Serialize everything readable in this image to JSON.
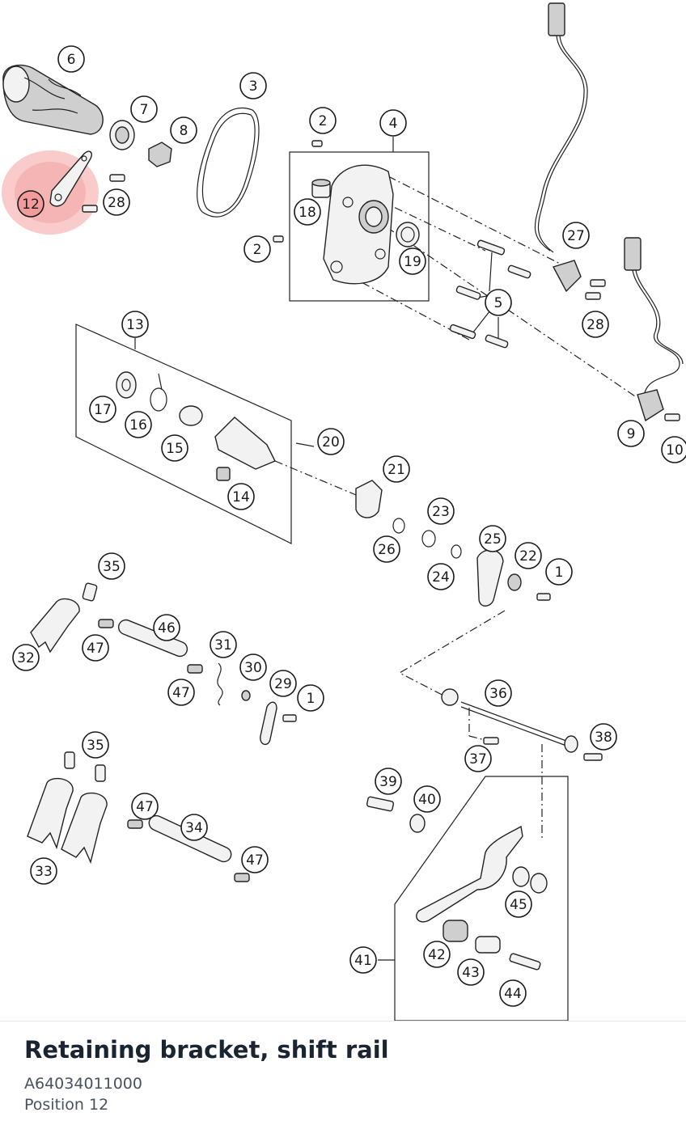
{
  "part": {
    "title": "Retaining bracket, shift rail",
    "number": "A64034011000",
    "position": "Position 12"
  },
  "colors": {
    "highlight": "#f28b8b",
    "title_text": "#1b2431",
    "meta_text": "#4a5260",
    "line": "#1a1a1a"
  },
  "callouts": [
    {
      "label": "6",
      "highlighted": false
    },
    {
      "label": "3",
      "highlighted": false
    },
    {
      "label": "7",
      "highlighted": false
    },
    {
      "label": "8",
      "highlighted": false
    },
    {
      "label": "2",
      "highlighted": false
    },
    {
      "label": "4",
      "highlighted": false
    },
    {
      "label": "12",
      "highlighted": true
    },
    {
      "label": "28",
      "highlighted": false
    },
    {
      "label": "18",
      "highlighted": false
    },
    {
      "label": "2",
      "highlighted": false
    },
    {
      "label": "19",
      "highlighted": false
    },
    {
      "label": "27",
      "highlighted": false
    },
    {
      "label": "5",
      "highlighted": false
    },
    {
      "label": "28",
      "highlighted": false
    },
    {
      "label": "13",
      "highlighted": false
    },
    {
      "label": "17",
      "highlighted": false
    },
    {
      "label": "16",
      "highlighted": false
    },
    {
      "label": "15",
      "highlighted": false
    },
    {
      "label": "20",
      "highlighted": false
    },
    {
      "label": "14",
      "highlighted": false
    },
    {
      "label": "9",
      "highlighted": false
    },
    {
      "label": "10",
      "highlighted": false
    },
    {
      "label": "21",
      "highlighted": false
    },
    {
      "label": "23",
      "highlighted": false
    },
    {
      "label": "25",
      "highlighted": false
    },
    {
      "label": "22",
      "highlighted": false
    },
    {
      "label": "26",
      "highlighted": false
    },
    {
      "label": "1",
      "highlighted": false
    },
    {
      "label": "24",
      "highlighted": false
    },
    {
      "label": "35",
      "highlighted": false
    },
    {
      "label": "46",
      "highlighted": false
    },
    {
      "label": "31",
      "highlighted": false
    },
    {
      "label": "47",
      "highlighted": false
    },
    {
      "label": "32",
      "highlighted": false
    },
    {
      "label": "30",
      "highlighted": false
    },
    {
      "label": "29",
      "highlighted": false
    },
    {
      "label": "47",
      "highlighted": false
    },
    {
      "label": "1",
      "highlighted": false
    },
    {
      "label": "36",
      "highlighted": false
    },
    {
      "label": "38",
      "highlighted": false
    },
    {
      "label": "37",
      "highlighted": false
    },
    {
      "label": "35",
      "highlighted": false
    },
    {
      "label": "39",
      "highlighted": false
    },
    {
      "label": "40",
      "highlighted": false
    },
    {
      "label": "47",
      "highlighted": false
    },
    {
      "label": "34",
      "highlighted": false
    },
    {
      "label": "47",
      "highlighted": false
    },
    {
      "label": "33",
      "highlighted": false
    },
    {
      "label": "45",
      "highlighted": false
    },
    {
      "label": "41",
      "highlighted": false
    },
    {
      "label": "42",
      "highlighted": false
    },
    {
      "label": "43",
      "highlighted": false
    },
    {
      "label": "44",
      "highlighted": false
    }
  ]
}
